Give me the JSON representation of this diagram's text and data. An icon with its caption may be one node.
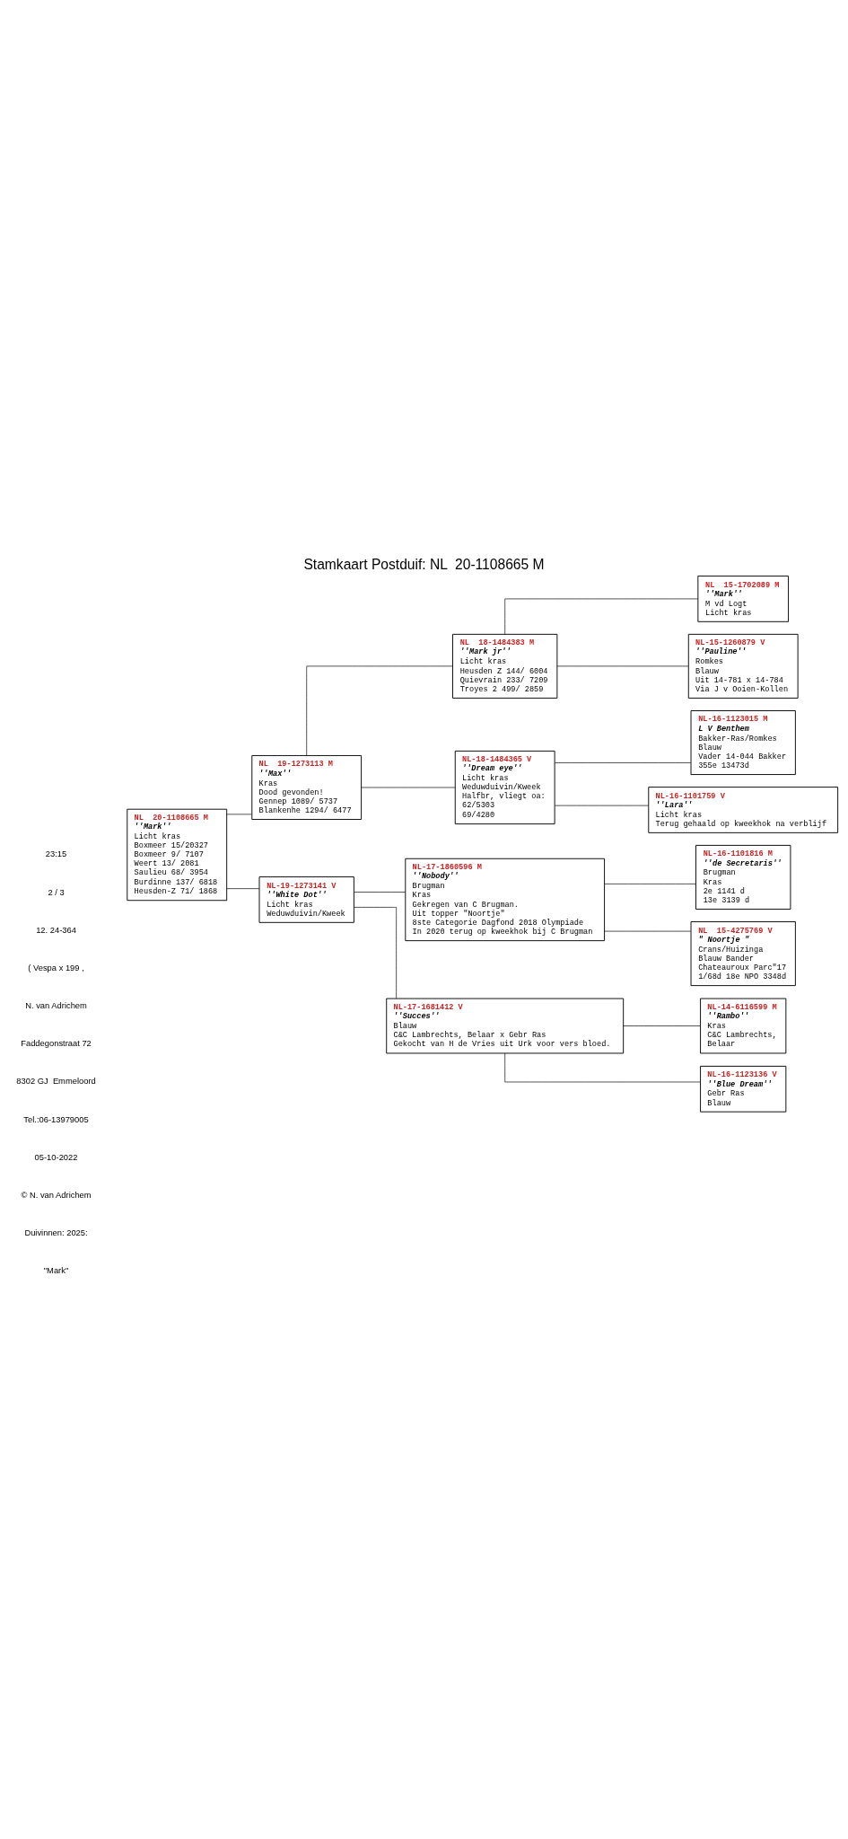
{
  "diagram": {
    "title": "Stamkaart Postduif: NL  20-1108665 M",
    "nodes": [
      {
        "text": [
          "NL  20-1108665 M",
          "''Mark''",
          "Licht kras",
          "Boxmeer 15/20327",
          "Boxmeer 9/ 7107",
          "Weert 13/ 2081",
          "Saulieu 68/ 3954",
          "Burdinne 137/ 6818",
          "Heusden-Z 71/ 1868"
        ]
      },
      {
        "text": [
          "NL  19-1273113 M",
          "''Max''",
          "Kras",
          "Dood gevonden!",
          "Gennep 1089/ 5737",
          "Blankenhe 1294/ 6477"
        ]
      },
      {
        "text": [
          "NL-19-1273141 V",
          "''White Dot''",
          "Licht kras",
          "Weduwduivin/Kweek"
        ]
      },
      {
        "text": [
          "NL  18-1484383 M",
          "''Mark jr''",
          "Licht kras",
          "Heusden Z 144/ 6004",
          "Quievrain 233/ 7209",
          "Troyes 2 499/ 2859"
        ]
      },
      {
        "text": [
          "NL-18-1484365 V",
          "''Dream eye''",
          "Licht kras",
          "Weduwduivin/Kweek",
          "Halfbr, vliegt oa:",
          "62/5303",
          "69/4280"
        ]
      },
      {
        "text": [
          "NL-17-1860596 M",
          "''Nobody''",
          "Brugman",
          "Kras",
          "Gekregen van C Brugman.",
          "Uit topper \"Noortje\"",
          "8ste Categorie Dagfond 2018 Olympiade",
          "In 2020 terug op kweekhok bij C Brugman"
        ]
      },
      {
        "text": [
          "NL-17-1681412 V",
          "''Succes''",
          "Blauw",
          "C&C Lambrechts, Belaar x Gebr Ras",
          "Gekocht van H de Vries uit Urk voor vers bloed."
        ]
      },
      {
        "text": [
          "NL  15-1702089 M",
          "''Mark''",
          "M vd Logt",
          "Licht kras"
        ]
      },
      {
        "text": [
          "NL-15-1260879 V",
          "''Pauline''",
          "Romkes",
          "Blauw",
          "Uit 14-781 x 14-784",
          "Via J v Ooien-Kollen"
        ]
      },
      {
        "text": [
          "NL-16-1123015 M",
          "L V Benthem",
          "Bakker-Ras/Romkes",
          "Blauw",
          "Vader 14-044 Bakker",
          "355e 13473d"
        ]
      },
      {
        "text": [
          "NL-16-1101759 V",
          "''Lara''",
          "Licht kras",
          "Terug gehaald op kweekhok na verblijf"
        ]
      },
      {
        "text": [
          "NL-16-1101816 M",
          "''de Secretaris''",
          "Brugman",
          "Kras",
          "2e 1141 d",
          "13e 3139 d"
        ]
      },
      {
        "text": [
          "NL  15-4275769 V",
          "\" Noortje \"",
          "Crans/Huizinga",
          "Blauw Bander",
          "Chateauroux Parc\"17",
          "1/68d 18e NPO 3348d"
        ]
      },
      {
        "text": [
          "NL-14-6116599 M",
          "''Rambo''",
          "Kras",
          "C&C Lambrechts,",
          "Belaar"
        ]
      },
      {
        "text": [
          "NL-16-1123136 V",
          "''Blue Dream''",
          "Gebr Ras",
          "Blauw"
        ]
      }
    ],
    "edges": [
      {
        "from": 0,
        "to": 1,
        "arrow": "none"
      },
      {
        "from": 0,
        "to": 2,
        "arrow": "none"
      },
      {
        "from": 1,
        "to": 3,
        "arrow": "none"
      },
      {
        "from": 1,
        "to": 4,
        "arrow": "none"
      },
      {
        "from": 2,
        "to": 5,
        "arrow": "none"
      },
      {
        "from": 2,
        "to": 6,
        "arrow": "none"
      },
      {
        "from": 3,
        "to": 7,
        "arrow": "none"
      },
      {
        "from": 3,
        "to": 8,
        "arrow": "none"
      },
      {
        "from": 4,
        "to": 9,
        "arrow": "none"
      },
      {
        "from": 4,
        "to": 10,
        "arrow": "none"
      },
      {
        "from": 5,
        "to": 11,
        "arrow": "none"
      },
      {
        "from": 5,
        "to": 12,
        "arrow": "none"
      },
      {
        "from": 6,
        "to": 13,
        "arrow": "none"
      },
      {
        "from": 6,
        "to": 14,
        "arrow": "none"
      }
    ],
    "labels": [
      "23:15",
      "2 / 3",
      "12. 24-364",
      "( Vespa x 199 ,",
      "N. van Adrichem",
      "Faddegonstraat 72",
      "8302 GJ  Emmeloord",
      "Tel.:06-13979005",
      "05-10-2022",
      "© N. van Adrichem",
      "Duivinnen: 2025:",
      "\"Mark\""
    ]
  }
}
